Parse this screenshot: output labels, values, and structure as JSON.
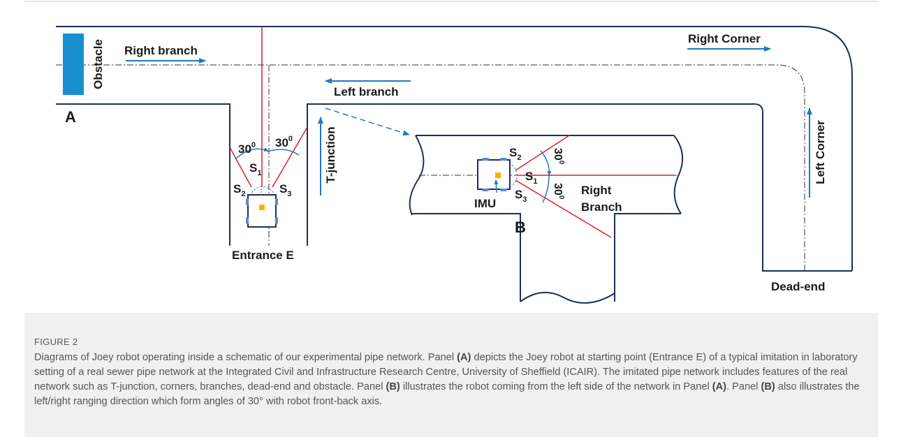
{
  "figure": {
    "caption_title": "FIGURE 2",
    "caption_parts": [
      {
        "text": "Diagrams of Joey robot operating inside a schematic of our experimental pipe network. Panel ",
        "bold": false
      },
      {
        "text": "(A)",
        "bold": true
      },
      {
        "text": " depicts the Joey robot at starting point (Entrance E) of a typical imitation in laboratory setting of a real sewer pipe network at the Integrated Civil and Infrastructure Research Centre, University of Sheffield (ICAIR). The imitated pipe network includes features of the real network such as T-junction, corners, branches, dead-end and obstacle. Panel ",
        "bold": false
      },
      {
        "text": "(B)",
        "bold": true
      },
      {
        "text": " illustrates the robot coming from the left side of the network in Panel ",
        "bold": false
      },
      {
        "text": "(A)",
        "bold": true
      },
      {
        "text": ". Panel ",
        "bold": false
      },
      {
        "text": "(B)",
        "bold": true
      },
      {
        "text": " also illustrates the left/right ranging direction which form angles of 30° with robot front-back axis.",
        "bold": false
      }
    ]
  },
  "panel_a": {
    "panel_label": "A",
    "obstacle": "Obstacle",
    "right_branch": "Right branch",
    "left_branch": "Left branch",
    "right_corner": "Right Corner",
    "left_corner": "Left Corner",
    "t_junction": "T-junction",
    "entrance": "Entrance E",
    "dead_end": "Dead-end",
    "angle_left": "30",
    "angle_right": "30",
    "deg": "0",
    "sensor_letter": "S",
    "s1": "1",
    "s2": "2",
    "s3": "3"
  },
  "panel_b": {
    "panel_label": "B",
    "imu": "IMU",
    "right_branch_line1": "Right",
    "right_branch_line2": "Branch",
    "angle_top": "30",
    "angle_bottom": "30",
    "deg": "0",
    "sensor_letter": "S",
    "s1": "1",
    "s2": "2",
    "s3": "3"
  },
  "colors": {
    "pipe_wall": "#1f2d5c",
    "sensor_ray": "#e02020",
    "arrow": "#1f78c1",
    "obstacle": "#1a8fd0",
    "imu": "#f2b400",
    "caption_bg": "#f0f0f0"
  }
}
